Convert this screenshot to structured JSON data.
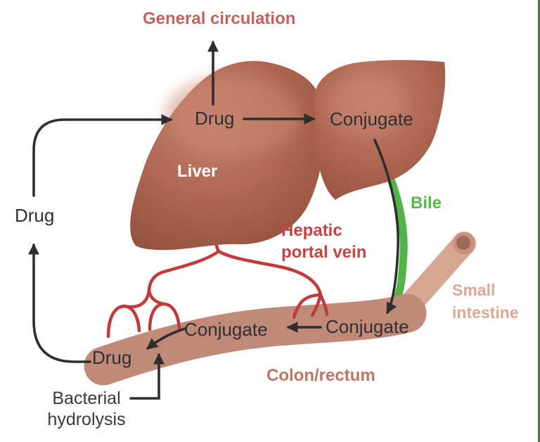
{
  "diagram": {
    "nodes": {
      "general_circulation": "General circulation",
      "drug_liver": "Drug",
      "conjugate_liver": "Conjugate",
      "drug_left": "Drug",
      "conjugate_intestine": "Conjugate",
      "conjugate_colon": "Conjugate",
      "drug_colon": "Drug"
    },
    "organ_labels": {
      "liver": "Liver",
      "bile": "Bile",
      "hepatic_portal_vein": {
        "line1": "Hepatic",
        "line2": "portal vein"
      },
      "small_intestine": {
        "line1": "Small",
        "line2": "intestine"
      },
      "colon_rectum": "Colon/rectum"
    },
    "process_labels": {
      "bacterial_hydrolysis": {
        "line1": "Bacterial",
        "line2": "hydrolysis"
      }
    },
    "colors": {
      "liver_base": "#AD6753",
      "liver_highlight": "#C9866F",
      "liver_edge": "#97523F",
      "colon": "#C18977",
      "small_intestine": "#D9A593",
      "small_intestine_ring": "#C69180",
      "small_intestine_lumen": "#A06A59",
      "bile_green": "#52B348",
      "vein_red": "#C23B3C",
      "arrow_black": "#2E2E2E",
      "text_dark": "#2F3032",
      "text_general_circulation": "#C6605C",
      "text_hepatic_portal_vein": "#C84243",
      "text_bile": "#57BA47",
      "text_small_intestine": "#DCA795",
      "text_colon_rectum": "#BA7864",
      "right_edge_strip": "#507350"
    }
  }
}
